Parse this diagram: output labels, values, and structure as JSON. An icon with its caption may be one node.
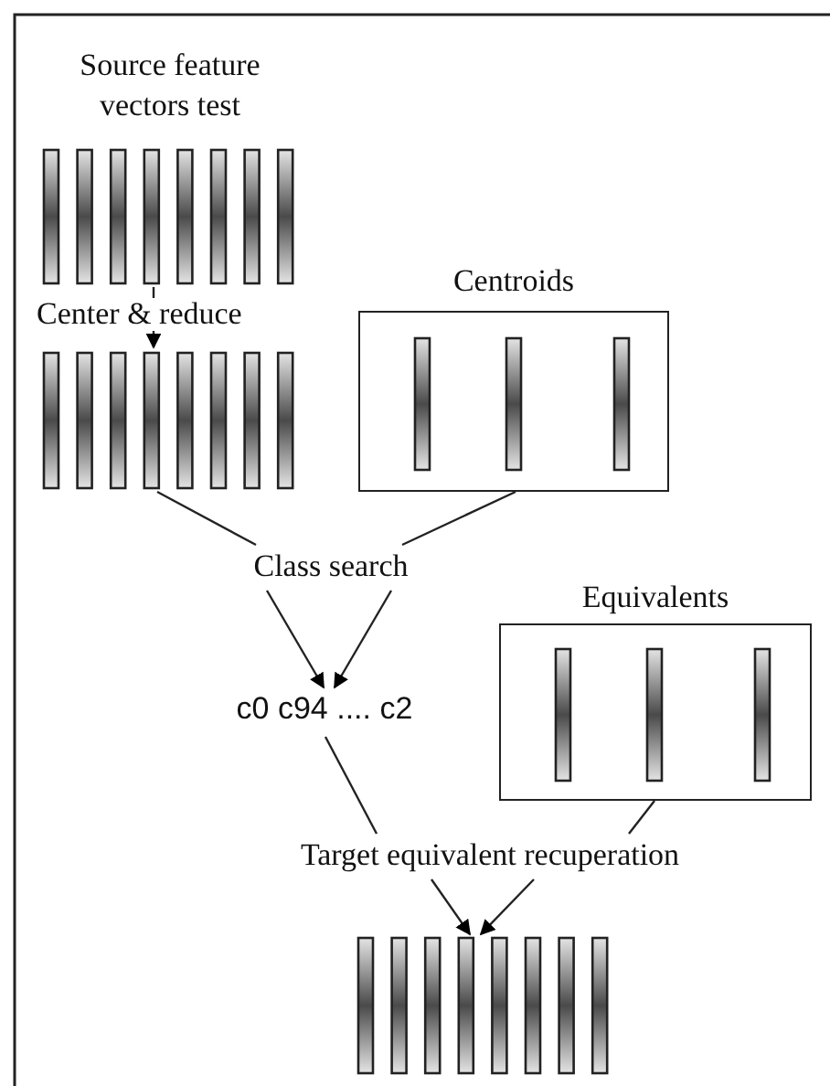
{
  "diagram": {
    "nodes": [
      {
        "text": [
          "Source feature vectors test"
        ]
      },
      {
        "text": [],
        "shape": "bar"
      },
      {
        "text": [
          "Centroids"
        ]
      },
      {
        "text": [
          "Class search"
        ]
      },
      {
        "text": [
          "c0 c94 .... c2"
        ]
      },
      {
        "text": [
          "Equivalents"
        ]
      },
      {
        "text": [
          "Target equivalent recuperation"
        ]
      },
      {
        "text": [],
        "shape": "bar"
      }
    ],
    "edges": [
      {
        "from": 0,
        "to": 1,
        "arrow": "to",
        "label": "Center & reduce"
      },
      {
        "from": 1,
        "to": 3,
        "arrow": "none"
      },
      {
        "from": 2,
        "to": 3,
        "arrow": "none"
      },
      {
        "from": 3,
        "to": 4,
        "arrow": "to"
      },
      {
        "from": 3,
        "to": 4,
        "arrow": "to"
      },
      {
        "from": 4,
        "to": 6,
        "arrow": "none"
      },
      {
        "from": 5,
        "to": 6,
        "arrow": "none"
      },
      {
        "from": 6,
        "to": 7,
        "arrow": "to"
      },
      {
        "from": 6,
        "to": 7,
        "arrow": "to"
      }
    ]
  }
}
